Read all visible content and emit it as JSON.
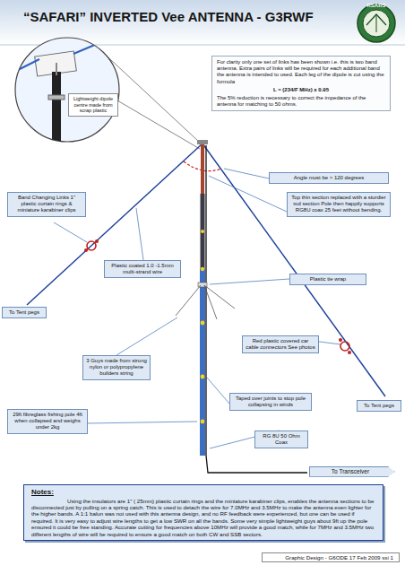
{
  "diagram": {
    "title": "“SAFARI” INVERTED Vee ANTENNA - G3RWF",
    "nodes": [
      {
        "text": [
          "Lightweight dipole centre made from scrap plastic"
        ]
      },
      {
        "text": [
          "For clarity only one set of links has been shown i.e. this is two band antenna. Extra pairs of links will be required for each additional band the antenna is intended to used. Each leg of the dipole is cut using the formula",
          "L = (234/F MHz) x 0.95",
          "The 5% reduction is necessary to correct the impedance of the antenna for matching to 50 ohms."
        ]
      },
      {
        "text": [
          "Angle must be > 120 degrees"
        ]
      },
      {
        "text": [
          "Band Changing Links 1\" plastic curtain rings & miniature karabiner clips"
        ]
      },
      {
        "text": [
          "Top thin section replaced with a sturdier rod section Pole then happily supports RG8U coax 25 feet without bending."
        ]
      },
      {
        "text": [
          "Plastic coated 1.0 -1.5mm multi-strand wire"
        ]
      },
      {
        "text": [
          "Plastic tie wrap"
        ]
      },
      {
        "text": [
          "To Tent pegs"
        ]
      },
      {
        "text": [
          "Red plastic covered car cable connectors See photos"
        ]
      },
      {
        "text": [
          "3 Guys made from strong nylon or polypropylene builders string"
        ]
      },
      {
        "text": [
          "Taped over joints to stop pole collapsing in winds"
        ]
      },
      {
        "text": [
          "To Tent pegs"
        ]
      },
      {
        "text": [
          "29ft fibreglass fishing pole 4ft when collapsed and weighs under 2kg"
        ]
      },
      {
        "text": [
          "RG 8U 50 Ohm Coax"
        ]
      },
      {
        "text": [
          "To Transceiver"
        ]
      },
      {
        "text": [
          "Notes:",
          "Using the insulators are 1\" ( 25mm) plastic curtain rings and the miniature karabiner clips, enables the antenna sections to be disconnected just by pulling on a spring catch. This is used to detach the wire for 7.0MHz and 3.5MHz to make the antenna even lighter for the higher bands. A 1:1 balun was not used with this antenna design, and no RF feedback were experienced, but one can be used if required. It is very easy to adjust wire lengths to get a low SWR on all the bands. Some very simple lightweight guys about 9ft up the pole ensured it could be free standing. Accurate cutting for frequencies above 10MHz will provide a good match, while for 7MHz and 3.5MHz two different lengths of wire will be required to ensure a good match on both CW and SSB sectors."
        ]
      },
      {
        "text": [
          "Graphic Design - G6ODE 17 Feb 2009 ssi 1"
        ]
      }
    ],
    "labels": [
      "RSARS"
    ]
  }
}
